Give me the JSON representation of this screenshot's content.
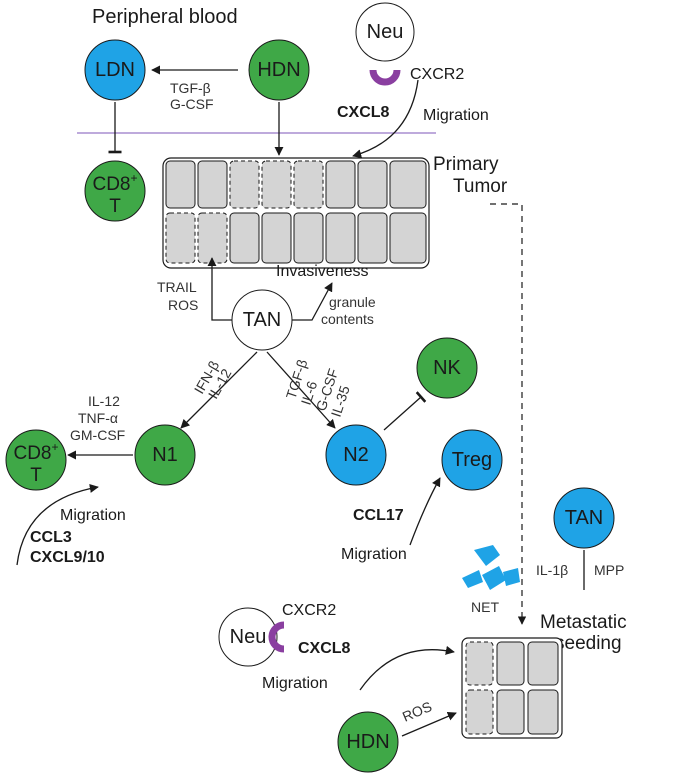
{
  "title": "Peripheral blood",
  "cells": {
    "ldn": "LDN",
    "hdn_top": "HDN",
    "neu_top": "Neu",
    "cd8_top_a": "CD8",
    "cd8_top_sup": "+",
    "cd8_top_b": "T",
    "tan_center": "TAN",
    "nk": "NK",
    "n1": "N1",
    "n2": "N2",
    "cd8_mid_a": "CD8",
    "cd8_mid_sup": "+",
    "cd8_mid_b": "T",
    "treg": "Treg",
    "tan_right": "TAN",
    "neu_bottom": "Neu",
    "hdn_bottom": "HDN"
  },
  "labels": {
    "tgf_beta_top": "TGF-β",
    "g_csf_top": "G-CSF",
    "cxcr2_top": "CXCR2",
    "cxcl8_top": "CXCL8",
    "migration_top": "Migration",
    "primary": "Primary",
    "tumor": "Tumor",
    "invasiveness": "Invasiveness",
    "trail": "TRAIL",
    "ros_mid": "ROS",
    "granule": "granule",
    "contents": "contents",
    "ifn_beta": "IFN-β",
    "il12_diag": "IL-12",
    "tgf_beta_diag": "TGF-β",
    "il6": "IL-6",
    "g_csf_diag": "G-CSF",
    "il35": "IL-35",
    "il12": "IL-12",
    "tnf_alpha": "TNF-α",
    "gm_csf": "GM-CSF",
    "migration_left": "Migration",
    "ccl3": "CCL3",
    "cxcl9_10": "CXCL9/10",
    "ccl17": "CCL17",
    "migration_mid": "Migration",
    "il1b": "IL-1β",
    "mpp": "MPP",
    "net": "NET",
    "metastatic": "Metastatic",
    "seeding": "seeding",
    "cxcr2_bottom": "CXCR2",
    "cxcl8_bottom": "CXCL8",
    "migration_bottom": "Migration",
    "ros_bottom": "ROS"
  },
  "colors": {
    "green": "#3fa847",
    "blue": "#1fa3e6",
    "purple": "#8a3fa0",
    "membrane": "#a98ed1",
    "cell_fill": "#d4d4d4"
  }
}
